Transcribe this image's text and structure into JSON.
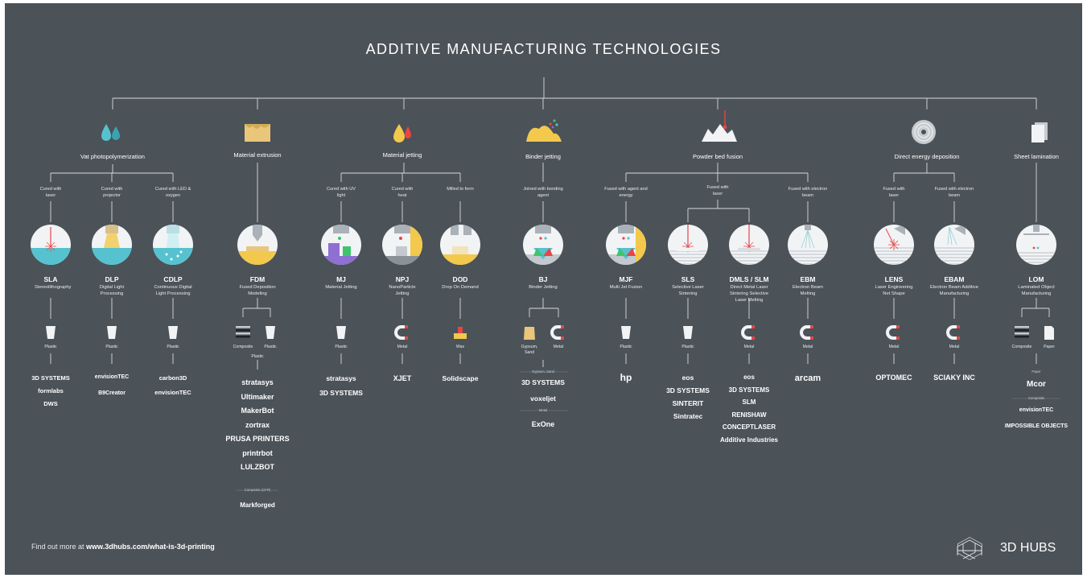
{
  "title": "ADDITIVE MANUFACTURING TECHNOLOGIES",
  "colors": {
    "background": "#4b5258",
    "circle": "#f1f3f5",
    "blue": "#56c2cf",
    "yellow": "#f2c94c",
    "beige": "#e9c67a",
    "red": "#e94545",
    "purple": "#8e6fd2",
    "green": "#3ec46d"
  },
  "categories": [
    {
      "label": "Vat photopolymerization",
      "icon": "resin-drops-icon"
    },
    {
      "label": "Material extrusion",
      "icon": "extruded-block-icon"
    },
    {
      "label": "Material jetting",
      "icon": "jetting-drops-icon"
    },
    {
      "label": "Binder jetting",
      "icon": "powder-pile-icon"
    },
    {
      "label": "Powder bed fusion",
      "icon": "powder-bed-laser-icon"
    },
    {
      "label": "Direct energy deposition",
      "icon": "wire-spool-icon"
    },
    {
      "label": "Sheet lamination",
      "icon": "paper-sheets-icon"
    }
  ],
  "conditions": [
    "Cured with laser",
    "Cured with projector",
    "Cured with LED & oxygen",
    "Cured with UV light",
    "Cured with heat",
    "Milled to form",
    "Joined with bonding agent",
    "Fused with agent and energy",
    "Fused with laser",
    "Fused with electron beam",
    "Fused with laser",
    "Fused with electron beam"
  ],
  "processes": [
    {
      "code": "SLA",
      "desc": "Stereolithography"
    },
    {
      "code": "DLP",
      "desc": "Digital Light Processing"
    },
    {
      "code": "CDLP",
      "desc": "Continuous Digital Light Processing"
    },
    {
      "code": "FDM",
      "desc": "Fused Deposition Modeling"
    },
    {
      "code": "MJ",
      "desc": "Material Jetting"
    },
    {
      "code": "NPJ",
      "desc": "NanoParticle Jetting"
    },
    {
      "code": "DOD",
      "desc": "Drop On Demand"
    },
    {
      "code": "BJ",
      "desc": "Binder Jetting"
    },
    {
      "code": "MJF",
      "desc": "Multi Jet Fusion"
    },
    {
      "code": "SLS",
      "desc": "Selective Laser Sintering"
    },
    {
      "code": "DMLS / SLM",
      "desc": "Direct Metal Laser Sintering Selective Laser Melting"
    },
    {
      "code": "EBM",
      "desc": "Electron Beam Melting"
    },
    {
      "code": "LENS",
      "desc": "Laser Engineering Net Shape"
    },
    {
      "code": "EBAM",
      "desc": "Electron Beam Additive Manufacturing"
    },
    {
      "code": "LOM",
      "desc": "Laminated Object Manufacturing"
    }
  ],
  "materials": {
    "plastic": "Plastic",
    "composite": "Composite",
    "metal": "Metal",
    "wax": "Wax",
    "gypsum_sand": "Gypsum, Sand",
    "paper": "Paper"
  },
  "brands": {
    "sla": [
      "3D SYSTEMS",
      "formlabs",
      "DWS"
    ],
    "dlp": [
      "envisionTEC",
      "B9Creator"
    ],
    "cdlp": [
      "carbon3D",
      "envisionTEC"
    ],
    "fdm": [
      "stratasys",
      "Ultimaker",
      "MakerBot",
      "zortrax",
      "PRUSA PRINTERS",
      "printrbot",
      "LULZBOT"
    ],
    "fdm_composite_label": "Composite (CFR)",
    "fdm_composite": [
      "Markforged"
    ],
    "mj": [
      "stratasys",
      "3D SYSTEMS"
    ],
    "npj": [
      "XJET"
    ],
    "dod": [
      "Solidscape"
    ],
    "bj_gypsum_label": "Gypsum, Sand",
    "bj_gypsum": [
      "3D SYSTEMS",
      "voxeljet"
    ],
    "bj_metal_label": "Metal",
    "bj_metal": [
      "ExOne"
    ],
    "mjf": [
      "hp"
    ],
    "sls": [
      "eos",
      "3D SYSTEMS",
      "SINTERIT",
      "Sintratec"
    ],
    "dmls": [
      "eos",
      "3D SYSTEMS",
      "SLM",
      "RENISHAW",
      "CONCEPTLASER",
      "Additive Industries"
    ],
    "ebm": [
      "arcam"
    ],
    "lens": [
      "OPTOMEC"
    ],
    "ebam": [
      "SCIAKY INC"
    ],
    "lom_paper_label": "Paper",
    "lom_paper": [
      "Mcor"
    ],
    "lom_composite_label": "Composite",
    "lom_composite": [
      "envisionTEC",
      "IMPOSSIBLE OBJECTS"
    ]
  },
  "footer": {
    "prefix": "Find out more at ",
    "url": "www.3dhubs.com/what-is-3d-printing"
  },
  "logo": "3D HUBS"
}
